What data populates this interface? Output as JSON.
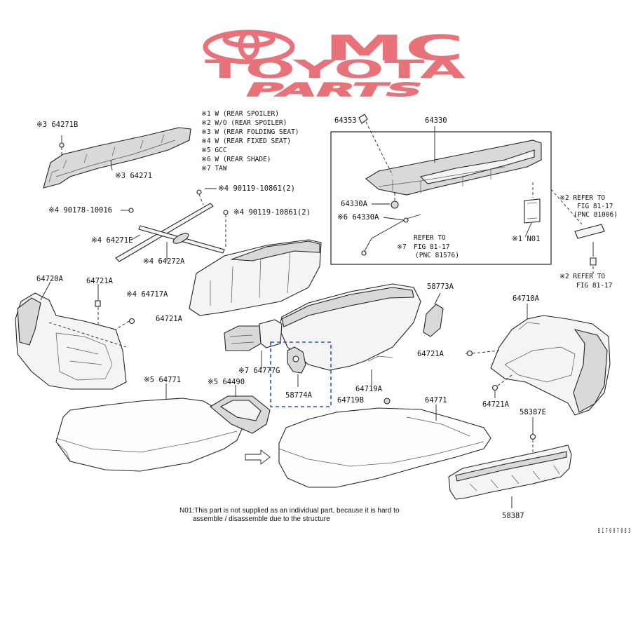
{
  "watermark": {
    "line1": "MC",
    "line2": "TOYOTA",
    "line3": "PARTS",
    "color": "#e8727a"
  },
  "legend": [
    "※1 W (REAR SPOILER)",
    "※2 W/O (REAR SPOILER)",
    "※3 W (REAR FOLDING SEAT)",
    "※4 W (REAR FIXED SEAT)",
    "※5 GCC",
    "※6 W (REAR SHADE)",
    "※7 TAW"
  ],
  "parts": {
    "p64271b": "※3 64271B",
    "p64271": "※3 64271",
    "p90119_top": "※4  90119-10861(2)",
    "p90178": "※4  90178-10016",
    "p90119_mid": "※4  90119-10861(2)",
    "p64271e": "※4 64271E",
    "p64272a": "※4 64272A",
    "p64353": "64353",
    "p64330": "64330",
    "p64330a_1": "64330A",
    "p64330a_2": "※6 64330A",
    "refer_fig1": "REFER TO",
    "refer_fig1b": "FIG 81-17",
    "refer_fig1c": "(PNC 81576)",
    "refer_fig1_mark": "※7",
    "n01": "※1  N01",
    "refer_fig2": "※2 REFER TO",
    "refer_fig2b": "FIG 81-17",
    "refer_fig2c": "(PNC 81006)",
    "refer_fig3": "※2 REFER TO",
    "refer_fig3b": "FIG 81-17",
    "p64720a": "64720A",
    "p64721a_1": "64721A",
    "p64717a": "※4 64717A",
    "p64721a_2": "64721A",
    "p58773a": "58773A",
    "p64710a": "64710A",
    "p64721a_3": "64721A",
    "p64777g": "※7 64777G",
    "p58774a": "58774A",
    "p64719a": "64719A",
    "p64719b": "64719B",
    "p64771_left": "※5 64771",
    "p64490": "※5 64490",
    "p64771_right": "64771",
    "p64721a_4": "64721A",
    "p58387e": "58387E",
    "p58387": "58387"
  },
  "footnote": {
    "line1": "N01:This part is not supplied as an individual part, because it is hard to",
    "line2": "assemble / disassemble due to the structure"
  },
  "corner_code": "B 1 7 0 0 7 0 8 3"
}
